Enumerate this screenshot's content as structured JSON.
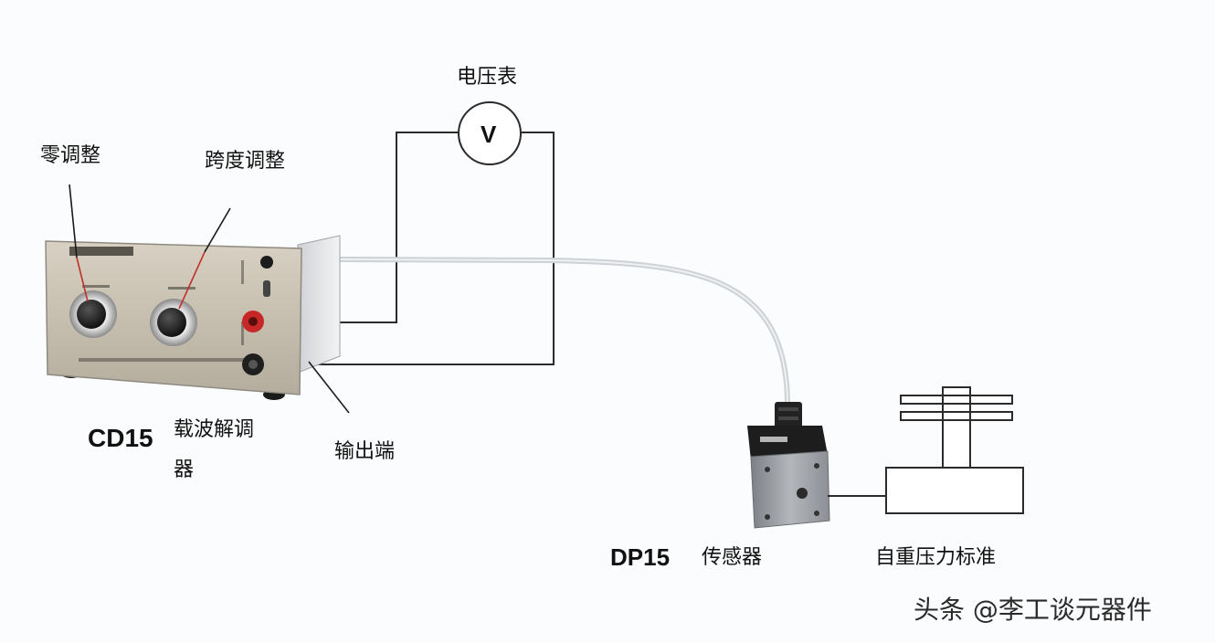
{
  "labels": {
    "voltmeter_title": "电压表",
    "voltmeter_symbol": "V",
    "zero_adjust": "零调整",
    "span_adjust": "跨度调整",
    "demodulator_model": "CD15",
    "demodulator_name_line1": "载波解调",
    "demodulator_name_line2": "器",
    "output_terminal": "输出端",
    "sensor_model": "DP15",
    "sensor_name": "传感器",
    "pressure_standard": "自重压力标准"
  },
  "watermark": {
    "text": "头条 @李工谈元器件"
  },
  "colors": {
    "wire": "#2b2b2b",
    "cable": "#d9dde2",
    "red_pointer": "#c0322a",
    "device_panel": "#c9c2b4",
    "device_side": "#e6e8ea",
    "sensor_body": "#9a9da3"
  }
}
